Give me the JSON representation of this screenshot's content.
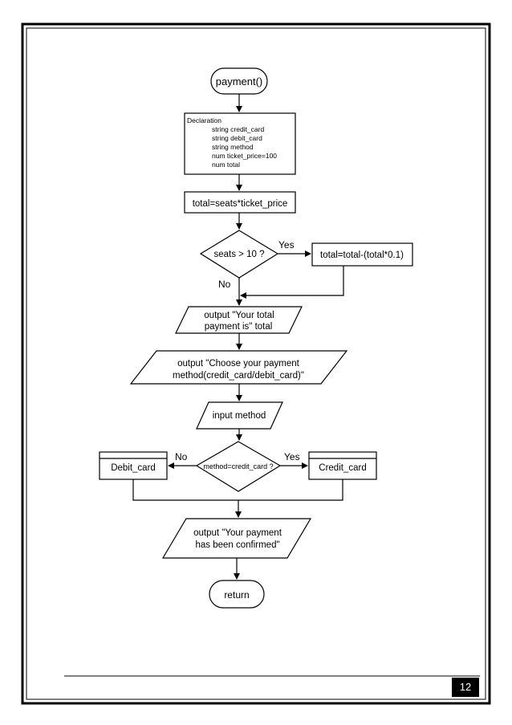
{
  "flowchart": {
    "start": "payment()",
    "declaration": {
      "heading": "Declaration",
      "lines": [
        "string credit_card",
        "string debit_card",
        "string method",
        "num ticket_price=100",
        "num total"
      ]
    },
    "process_total": "total=seats*ticket_price",
    "decision_seats": "seats > 10 ?",
    "decision_seats_yes": "Yes",
    "decision_seats_no": "No",
    "process_discount": "total=total-(total*0.1)",
    "output_total": [
      "output \"Your total",
      "payment is\" total"
    ],
    "output_choose": [
      "output \"Choose your payment",
      "method(credit_card/debit_card)\""
    ],
    "input_method": "input method",
    "decision_method": "method=credit_card ?",
    "decision_method_no": "No",
    "decision_method_yes": "Yes",
    "debit_card": "Debit_card",
    "credit_card": "Credit_card",
    "output_confirmed": [
      "output \"Your payment",
      "has been confirmed\""
    ],
    "end": "return"
  },
  "footer": {
    "page_number": "12"
  }
}
